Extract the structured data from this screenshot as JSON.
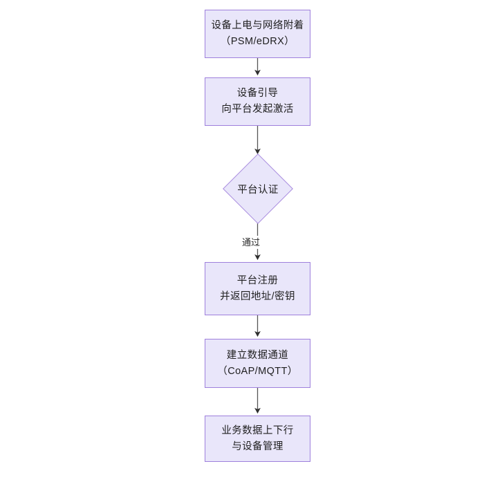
{
  "diagram": {
    "type": "flowchart",
    "orientation": "top-to-bottom",
    "background_color": "#ffffff",
    "node_fill_color": "#e9e6fa",
    "node_border_color": "#9e7fdc",
    "connector_color": "#3b3b3b",
    "text_color": "#1f1f1f",
    "nodes": [
      {
        "id": "n1",
        "shape": "rectangle",
        "line1": "设备上电与网络附着",
        "line2": "（PSM/eDRX）"
      },
      {
        "id": "n2",
        "shape": "rectangle",
        "line1": "设备引导",
        "line2": "向平台发起激活"
      },
      {
        "id": "n3",
        "shape": "diamond",
        "line1": "平台认证",
        "line2": ""
      },
      {
        "id": "n4",
        "shape": "rectangle",
        "line1": "平台注册",
        "line2": "并返回地址/密钥"
      },
      {
        "id": "n5",
        "shape": "rectangle",
        "line1": "建立数据通道",
        "line2": "（CoAP/MQTT）"
      },
      {
        "id": "n6",
        "shape": "rectangle",
        "line1": "业务数据上下行",
        "line2": "与设备管理"
      }
    ],
    "edges": [
      {
        "id": "e1",
        "from": "n1",
        "to": "n2",
        "label": ""
      },
      {
        "id": "e2",
        "from": "n2",
        "to": "n3",
        "label": ""
      },
      {
        "id": "e3",
        "from": "n3",
        "to": "n4",
        "label": "通过"
      },
      {
        "id": "e4",
        "from": "n4",
        "to": "n5",
        "label": ""
      },
      {
        "id": "e5",
        "from": "n5",
        "to": "n6",
        "label": ""
      }
    ]
  }
}
